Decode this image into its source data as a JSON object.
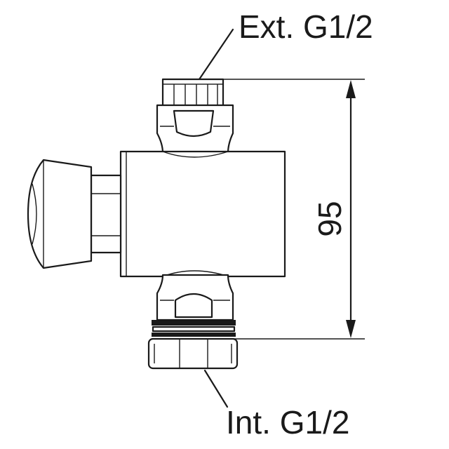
{
  "labels": {
    "top_connection": "Ext. G1/2",
    "bottom_connection": "Int. G1/2",
    "height_dimension": "95"
  },
  "colors": {
    "line": "#1a1a1a",
    "background": "#ffffff"
  }
}
